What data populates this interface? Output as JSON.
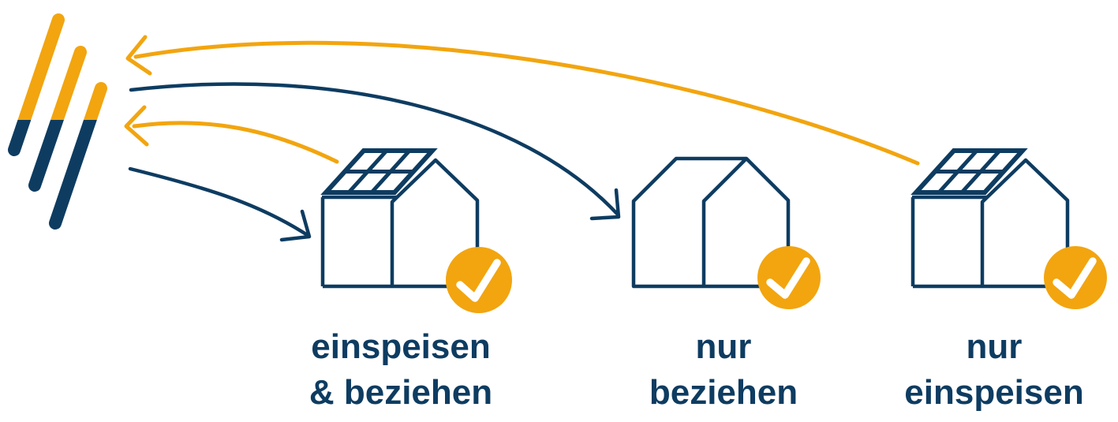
{
  "diagram_title": "solar-feed-in-and-draw-options",
  "colors": {
    "orange": "#F2A50F",
    "navy": "#0E3C61",
    "white": "#FFFFFF"
  },
  "logo": {
    "icon": "energy-provider-logo",
    "bar_count": 3,
    "bar_colors_top": "#F2A50F",
    "bar_colors_bottom": "#0E3C61"
  },
  "arrows": [
    {
      "id": "feed-in-from-house-3",
      "color": "#F2A50F",
      "meaning": "house 3 feeds energy to provider"
    },
    {
      "id": "draw-to-house-2",
      "color": "#0E3C61",
      "meaning": "house 2 draws energy from provider"
    },
    {
      "id": "feed-in-from-house-1",
      "color": "#F2A50F",
      "meaning": "house 1 feeds energy to provider"
    },
    {
      "id": "draw-to-house-1",
      "color": "#0E3C61",
      "meaning": "house 1 draws energy from provider"
    }
  ],
  "houses": [
    {
      "label_line1": "einspeisen",
      "label_line2": "& beziehen",
      "has_solar_panel": true,
      "check_badge": true
    },
    {
      "label_line1": "nur",
      "label_line2": "beziehen",
      "has_solar_panel": false,
      "check_badge": true
    },
    {
      "label_line1": "nur",
      "label_line2": "einspeisen",
      "has_solar_panel": true,
      "check_badge": true
    }
  ]
}
